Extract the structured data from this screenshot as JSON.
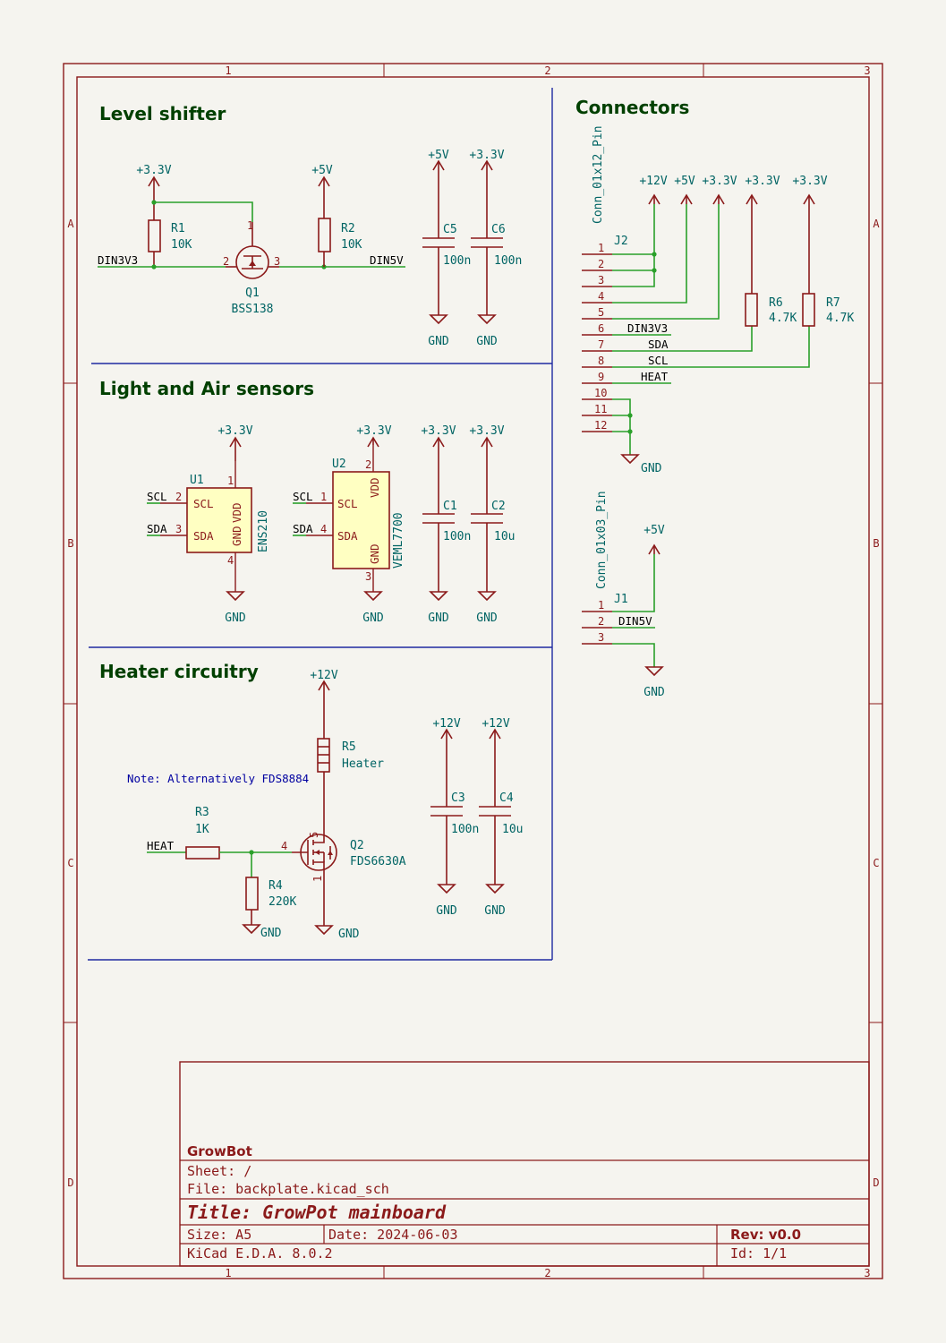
{
  "frame": {
    "columns": [
      "1",
      "2",
      "3"
    ],
    "rows": [
      "A",
      "B",
      "C",
      "D"
    ]
  },
  "sections": {
    "level_shifter": "Level shifter",
    "connectors": "Connectors",
    "sensors": "Light and Air sensors",
    "heater": "Heater circuitry"
  },
  "note": "Note: Alternatively FDS8884",
  "power": {
    "p33": "+3.3V",
    "p5": "+5V",
    "p12": "+12V",
    "gnd": "GND"
  },
  "nets": {
    "din3v3": "DIN3V3",
    "din5v": "DIN5V",
    "scl": "SCL",
    "sda": "SDA",
    "heat": "HEAT"
  },
  "components": {
    "R1": {
      "ref": "R1",
      "value": "10K"
    },
    "R2": {
      "ref": "R2",
      "value": "10K"
    },
    "R3": {
      "ref": "R3",
      "value": "1K"
    },
    "R4": {
      "ref": "R4",
      "value": "220K"
    },
    "R5": {
      "ref": "R5",
      "value": "Heater"
    },
    "R6": {
      "ref": "R6",
      "value": "4.7K"
    },
    "R7": {
      "ref": "R7",
      "value": "4.7K"
    },
    "Q1": {
      "ref": "Q1",
      "value": "BSS138"
    },
    "Q2": {
      "ref": "Q2",
      "value": "FDS6630A"
    },
    "C1": {
      "ref": "C1",
      "value": "100n"
    },
    "C2": {
      "ref": "C2",
      "value": "10u"
    },
    "C3": {
      "ref": "C3",
      "value": "100n"
    },
    "C4": {
      "ref": "C4",
      "value": "10u"
    },
    "C5": {
      "ref": "C5",
      "value": "100n"
    },
    "C6": {
      "ref": "C6",
      "value": "100n"
    },
    "U1": {
      "ref": "U1",
      "value": "ENS210",
      "pins": {
        "scl": "SCL",
        "sda": "SDA",
        "vdd": "VDD",
        "gnd": "GND"
      }
    },
    "U2": {
      "ref": "U2",
      "value": "VEML7700",
      "pins": {
        "scl": "SCL",
        "sda": "SDA",
        "vdd": "VDD",
        "gnd": "GND"
      }
    },
    "J1": {
      "ref": "J1",
      "value": "Conn_01x03_Pin"
    },
    "J2": {
      "ref": "J2",
      "value": "Conn_01x12_Pin"
    }
  },
  "j1_nets": [
    "DIN5V"
  ],
  "j2_nets": [
    "DIN3V3",
    "SDA",
    "SCL",
    "HEAT"
  ],
  "title_block": {
    "company": "GrowBot",
    "sheet": "Sheet: /",
    "file": "File: backplate.kicad_sch",
    "title": "Title: GrowPot mainboard",
    "size": "Size: A5",
    "date": "Date: 2024-06-03",
    "rev": "Rev: v0.0",
    "tool": "KiCad E.D.A. 8.0.2",
    "id": "Id: 1/1"
  }
}
